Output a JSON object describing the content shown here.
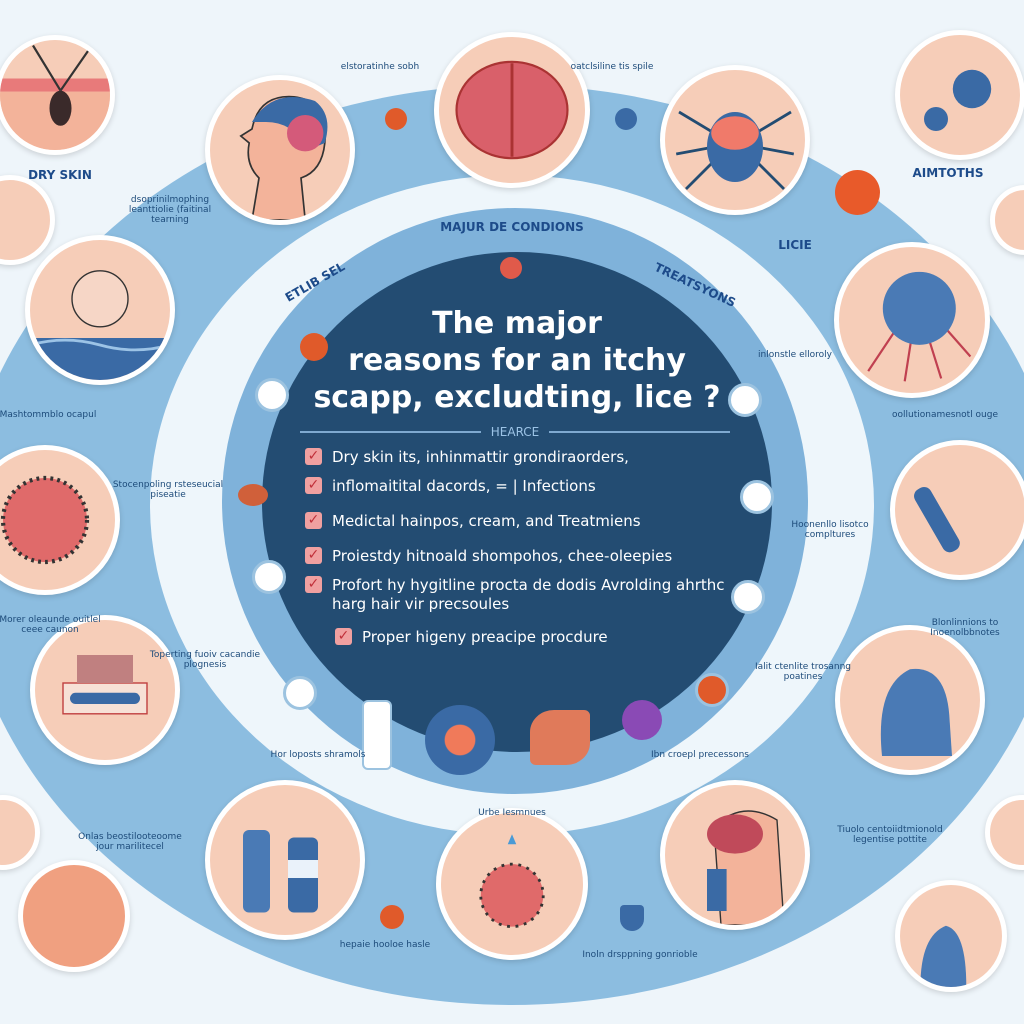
{
  "title": "The major reasons for an itchy scapp, excludting, lice ?",
  "title_lines": [
    "The major",
    "reasons for an itchy",
    "scapp, excludting, lice ?"
  ],
  "divider_label": "HEARCE",
  "checklist": [
    "Dry skin its, inhinmattir grondiraorders,",
    "inflomaitital dacords, = | Infections",
    "Medictal hainpos, cream, and Treatmiens",
    "Proiestdy hitnoald shompohos, chee-oleepies",
    "Profort hy hygitline procta de dodis Avrolding ahrthc harg hair vir precsoules",
    "Proper higeny preacipe procdure"
  ],
  "captions": {
    "dry_skin": "DRY SKIN",
    "conditions": "MAJUR DE CONDIONS",
    "treatments": "TREATSYONS",
    "etlib": "ETLIB SEL",
    "aimtoths": "AIMTOTHS",
    "licie": "LICIE"
  },
  "labels": [
    "elstoratinhe sobh",
    "oatclsiline tis spile",
    "dsoprinilmophing leanttiolie (faitinal tearning",
    "Mashtommblo ocapul",
    "Stocenpoling rsteseucial piseatie",
    "Morer oleaunde ouitlel ceee caunon",
    "Toperting fuoiv cacandie plognesis",
    "Hor loposts shramols",
    "Urbe Iesmnues",
    "Ibn croepl precessons",
    "inlonstle elloroly",
    "oollutionamesnotl ouge",
    "Hoonenllo lisotco compltures",
    "Blonlinnions to Inoenolbbnotes",
    "Ialit ctenlite trosanng poatines",
    "Onlas beostilooteoome jour marilitecel",
    "Tiuolo centoiidtmionold legentise pottite",
    "hepaie hooloe hasle",
    "Inoln drsppning gonrioble"
  ],
  "colors": {
    "navy": "#234c72",
    "ring": "#8cbde0",
    "peach": "#f6cdb8",
    "check": "#f0a0a0"
  }
}
